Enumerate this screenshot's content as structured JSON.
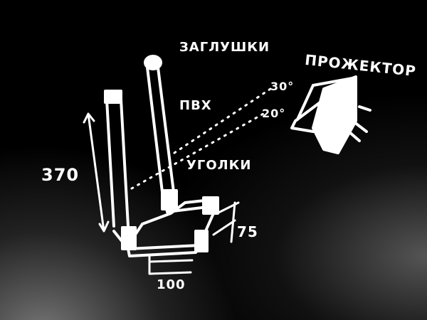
{
  "labels": {
    "caps": "ЗАГЛУШКИ",
    "pvc": "ПВХ",
    "corners": "УГОЛКИ",
    "projector": "ПРОЖЕКТОР",
    "angle_top": "30°",
    "angle_bottom": "20°",
    "height": "370",
    "depth": "75",
    "width": "100"
  },
  "colors": {
    "ink": "#ffffff",
    "background": "#000000"
  }
}
